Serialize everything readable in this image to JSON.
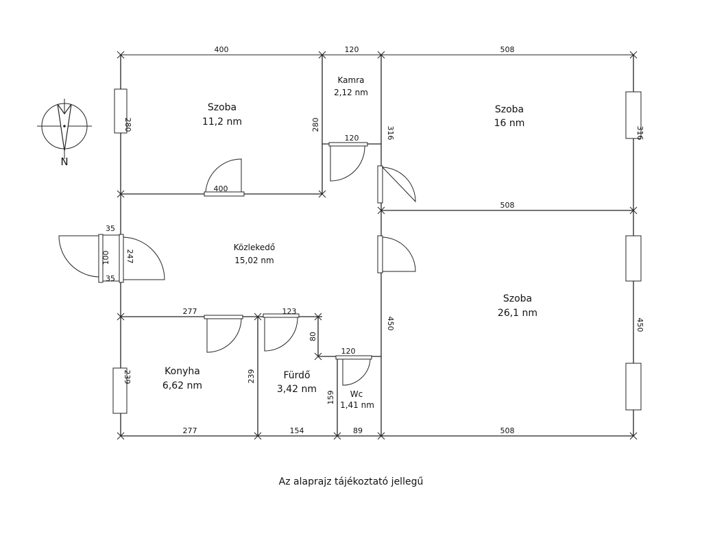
{
  "rooms": {
    "szoba1": {
      "name": "Szoba",
      "area": "11,2 nm"
    },
    "kamra": {
      "name": "Kamra",
      "area": "2,12 nm"
    },
    "szoba2": {
      "name": "Szoba",
      "area": "16 nm"
    },
    "kozlekedo": {
      "name": "Közlekedő",
      "area": "15,02 nm"
    },
    "szoba3": {
      "name": "Szoba",
      "area": "26,1 nm"
    },
    "konyha": {
      "name": "Konyha",
      "area": "6,62 nm"
    },
    "furdo": {
      "name": "Fürdő",
      "area": "3,42 nm"
    },
    "wc": {
      "name": "Wc",
      "area": "1,41 nm"
    }
  },
  "dims": {
    "top_400": "400",
    "top_120": "120",
    "top_508": "508",
    "left_280": "280",
    "kamra_280": "280",
    "kamra_door_120": "120",
    "r2_316": "316",
    "right_316": "316",
    "mid_400": "400",
    "mid_508": "508",
    "entry_35a": "35",
    "entry_100": "100",
    "entry_247": "247",
    "entry_35b": "35",
    "k_277": "277",
    "f_123": "123",
    "f_80": "80",
    "wc_120": "120",
    "center_450": "450",
    "right_450": "450",
    "konyha_239": "239",
    "furdo_239": "239",
    "wc_159": "159",
    "bot_277": "277",
    "bot_154": "154",
    "bot_89": "89",
    "bot_508": "508"
  },
  "compass": {
    "label": "N"
  },
  "caption": "Az alaprajz tájékoztató jellegű"
}
